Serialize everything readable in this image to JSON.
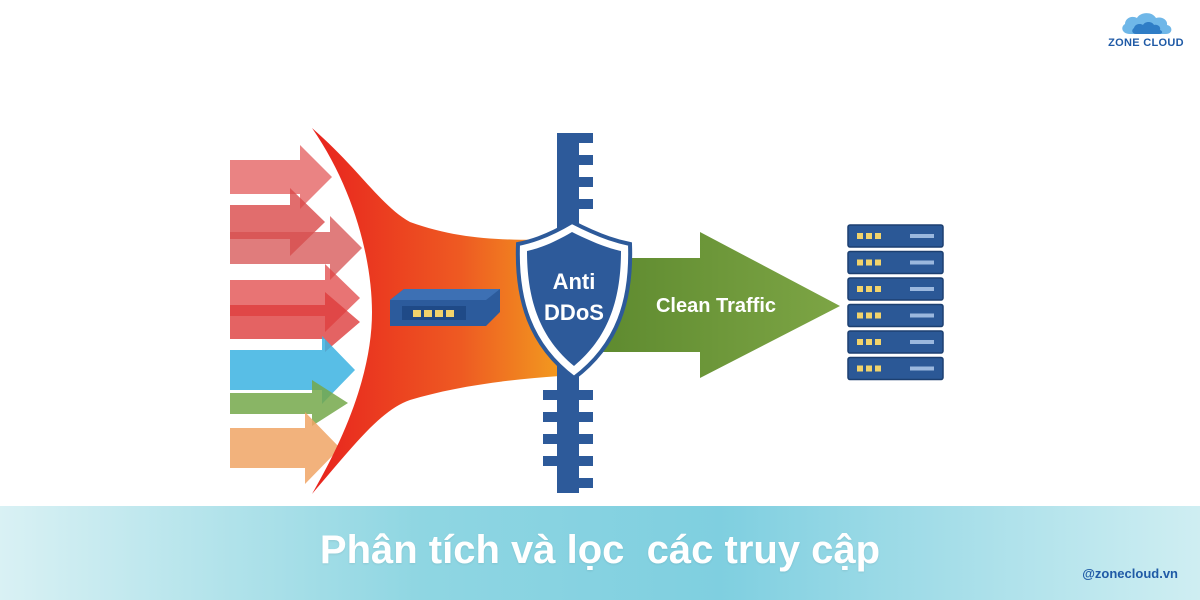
{
  "brand": {
    "logo_text": "ZONE CLOUD",
    "handle": "@zonecloud.vn"
  },
  "diagram": {
    "shield_line1": "Anti",
    "shield_line2": "DDoS",
    "arrow_label": "Clean Traffic",
    "server_units": 6
  },
  "caption": "Phân tích và lọc  các truy cập",
  "colors": {
    "funnel_start": "#e8231e",
    "funnel_end": "#f29a1f",
    "wall": "#2d5a9a",
    "clean_arrow": "#6f9a3a",
    "server": "#2b5896",
    "banner": "#8fd6e2"
  }
}
